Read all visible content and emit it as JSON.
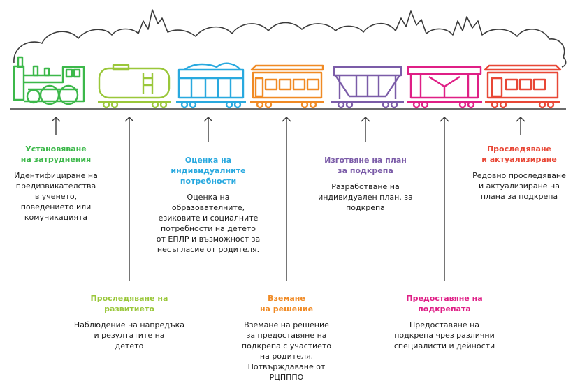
{
  "colors": {
    "outline": "#3a3a3a",
    "green": "#3cb84a",
    "lime": "#9ac73a",
    "blue": "#29a9df",
    "orange": "#f08a24",
    "purple": "#7b5ca8",
    "magenta": "#df1f86",
    "red": "#e84736"
  },
  "steps": [
    {
      "title": "Установяване\nна затруднения",
      "desc": "Идентифициране на\nпредизвикателства\nв ученето,\nповедението или\nкомуникацията",
      "color": "green"
    },
    {
      "title": "Проследяване на\nразвитието",
      "desc": "Наблюдение на напредъка\nи резултатите на\nдетето",
      "color": "lime"
    },
    {
      "title": "Оценка на\nиндивидуалните\nпотребности",
      "desc": "Оценка на\nобразователните,\nезиковите и социалните\nпотребности на детето\nот ЕПЛР и възможност за\nнесъгласие от родителя.",
      "color": "blue"
    },
    {
      "title": "Вземане\nна решение",
      "desc": "Вземане на решение\nза предоставяне на\nподкрепа с участието\nна родителя.\nПотвърждаване от\nРЦПППО",
      "color": "orange"
    },
    {
      "title": "Изготвяне на план\nза подкрепа",
      "desc": "Разработване на\nиндивидуален план. за\nподкрепа",
      "color": "purple"
    },
    {
      "title": "Предоставяне на\nподкрепата",
      "desc": "Предоставяне на\nподкрепа чрез различни\nспециалисти и дейности",
      "color": "magenta"
    },
    {
      "title": "Проследяване\nи актуализиране",
      "desc": "Редовно проследяване\nи актуализиране на\nплана за подкрепа",
      "color": "red"
    }
  ]
}
